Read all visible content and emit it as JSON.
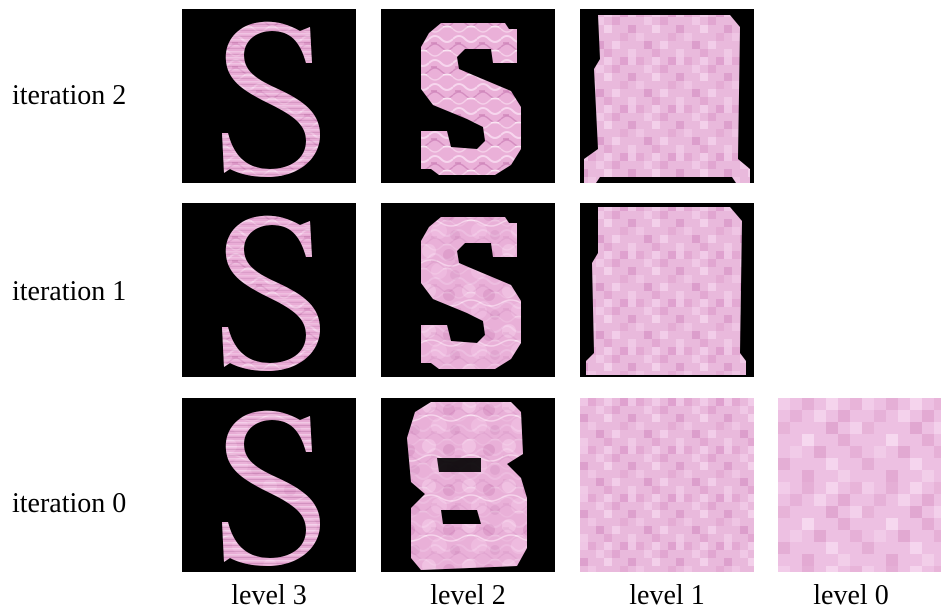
{
  "rows": [
    {
      "label": "iteration 2"
    },
    {
      "label": "iteration 1"
    },
    {
      "label": "iteration 0"
    }
  ],
  "columns": [
    {
      "label": "level 3"
    },
    {
      "label": "level 2"
    },
    {
      "label": "level 1"
    },
    {
      "label": "level 0"
    }
  ],
  "colors": {
    "background_mask": "#000000",
    "texture_base": "#e8a9d3",
    "texture_light": "#f3cbe6",
    "texture_dark": "#cf86bb"
  }
}
